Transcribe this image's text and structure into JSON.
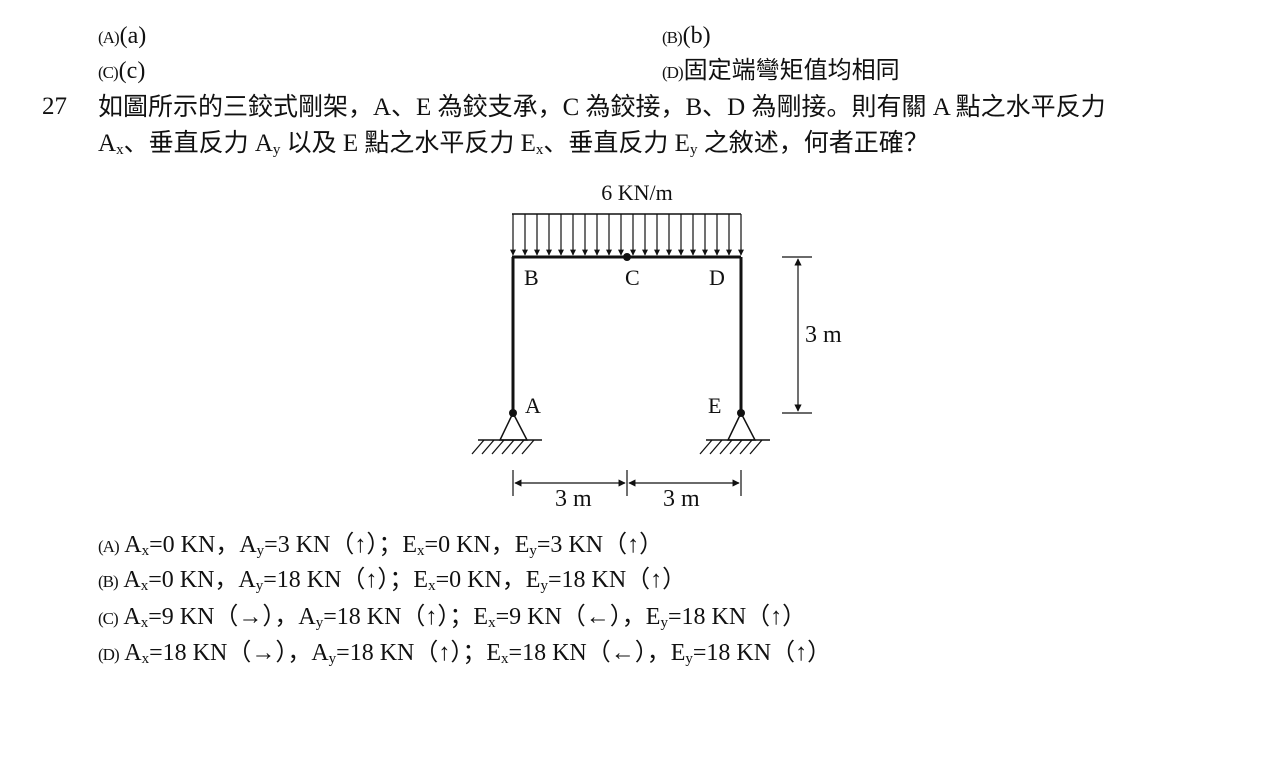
{
  "prev_question": {
    "options": [
      {
        "letter": "(A)",
        "text": "(a)"
      },
      {
        "letter": "(B)",
        "text": "(b)"
      },
      {
        "letter": "(C)",
        "text": "(c)"
      },
      {
        "letter": "(D)",
        "text": "固定端彎矩值均相同"
      }
    ]
  },
  "question": {
    "number": "27",
    "stem_line1": "如圖所示的三鉸式剛架，A、E 為鉸支承，C 為鉸接，B、D 為剛接。則有關 A 點之水平反力",
    "stem_line2": {
      "p1": "A",
      "s1": "x",
      "p2": "、垂直反力 A",
      "s2": "y",
      "p3": " 以及 E 點之水平反力 E",
      "s3": "x",
      "p4": "、垂直反力 E",
      "s4": "y",
      "p5": " 之敘述，何者正確？"
    }
  },
  "figure": {
    "load_label": "6 KN/m",
    "node_b": "B",
    "node_c": "C",
    "node_d": "D",
    "node_a": "A",
    "node_e": "E",
    "height_label": "3 m",
    "span_left_label": "3 m",
    "span_right_label": "3 m"
  },
  "options": [
    {
      "letter": "(A)",
      "parts": [
        "A",
        "x",
        "=0 KN，A",
        "y",
        "=3 KN（↑）；E",
        "x",
        "=0 KN，E",
        "y",
        "=3 KN（↑）"
      ]
    },
    {
      "letter": "(B)",
      "parts": [
        "A",
        "x",
        "=0 KN，A",
        "y",
        "=18 KN（↑）；E",
        "x",
        "=0 KN，E",
        "y",
        "=18 KN（↑）"
      ]
    },
    {
      "letter": "(C)",
      "parts": [
        "A",
        "x",
        "=9 KN（→），A",
        "y",
        "=18 KN（↑）；E",
        "x",
        "=9 KN（←），E",
        "y",
        "=18 KN（↑）"
      ]
    },
    {
      "letter": "(D)",
      "parts": [
        "A",
        "x",
        "=18 KN（→），A",
        "y",
        "=18 KN（↑）；E",
        "x",
        "=18 KN（←），E",
        "y",
        "=18 KN（↑）"
      ]
    }
  ]
}
